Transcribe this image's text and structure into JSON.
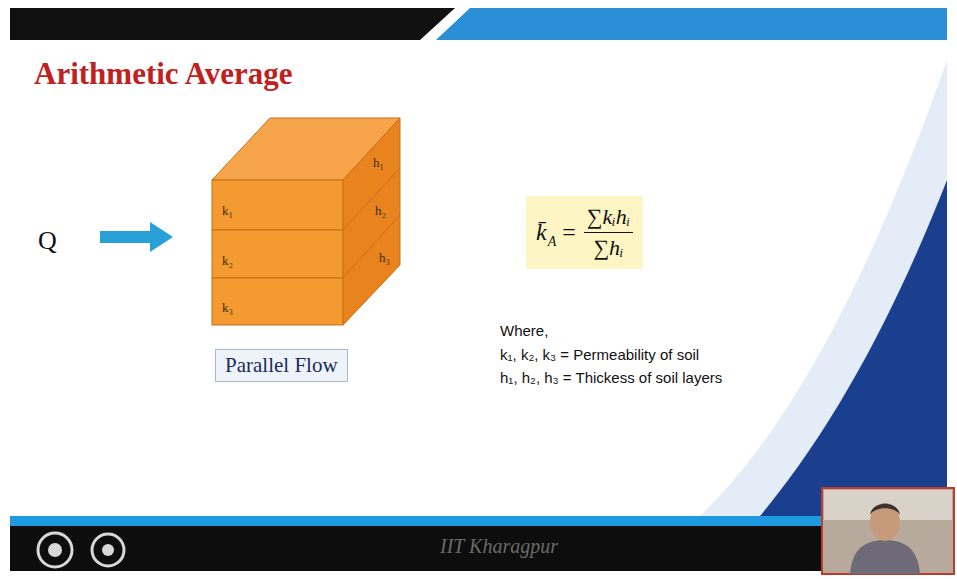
{
  "diagram": {
    "title": "Arithmetic Average",
    "nodes": [
      {
        "text": [
          "Parallel Flow"
        ]
      },
      {
        "text": [
          "k̄",
          "A",
          "=",
          "∑kᵢhᵢ",
          "∑hᵢ"
        ]
      }
    ],
    "labels": [
      "Q",
      "k₁",
      "k₂",
      "k₃",
      "h₁",
      "h₂",
      "h₃",
      "Where,",
      "k₁, k₂, k₃ = Permeability of soil",
      "h₁, h₂, h₃ = Thickess of soil layers",
      "IIT Kharagpur"
    ]
  }
}
